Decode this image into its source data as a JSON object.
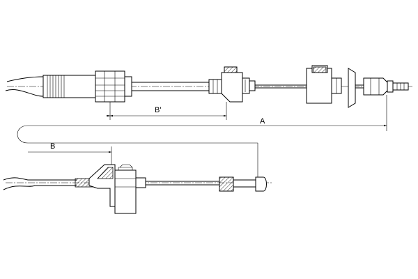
{
  "dimensions": {
    "a_label": "A",
    "b_label": "B",
    "b_prime_label": "B'"
  },
  "colors": {
    "line": "#000000",
    "background": "#ffffff"
  }
}
